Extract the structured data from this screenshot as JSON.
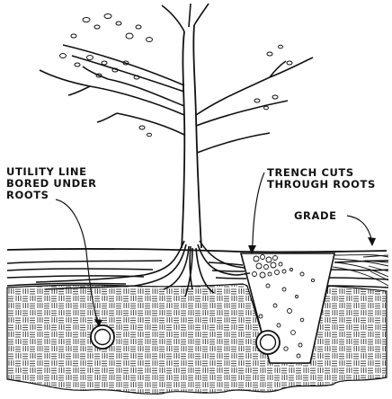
{
  "labels": {
    "utility": [
      "UTILITY LINE",
      "BORED UNDER",
      "ROOTS"
    ],
    "trench": [
      "TRENCH CUTS",
      "THROUGH ROOTS"
    ],
    "grade": "GRADE"
  },
  "colors": {
    "ink": "#111111",
    "background": "#ffffff"
  }
}
